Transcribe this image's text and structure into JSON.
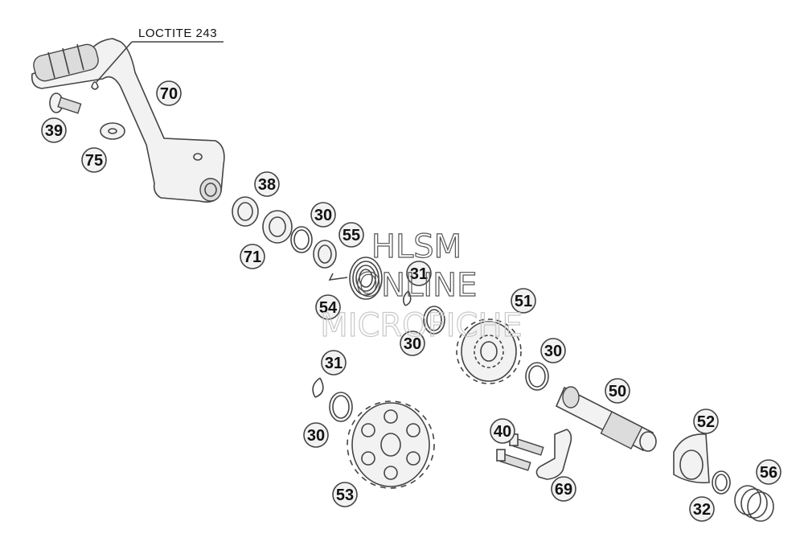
{
  "note": "LOCTITE 243",
  "watermark": {
    "line1": "HLSM",
    "line2": "ONLINE",
    "line3": "MICROFICHE"
  },
  "callouts": [
    "70",
    "39",
    "75",
    "38",
    "30",
    "71",
    "55",
    "31",
    "54",
    "30",
    "51",
    "30",
    "31",
    "50",
    "30",
    "40",
    "52",
    "53",
    "69",
    "56",
    "32"
  ]
}
